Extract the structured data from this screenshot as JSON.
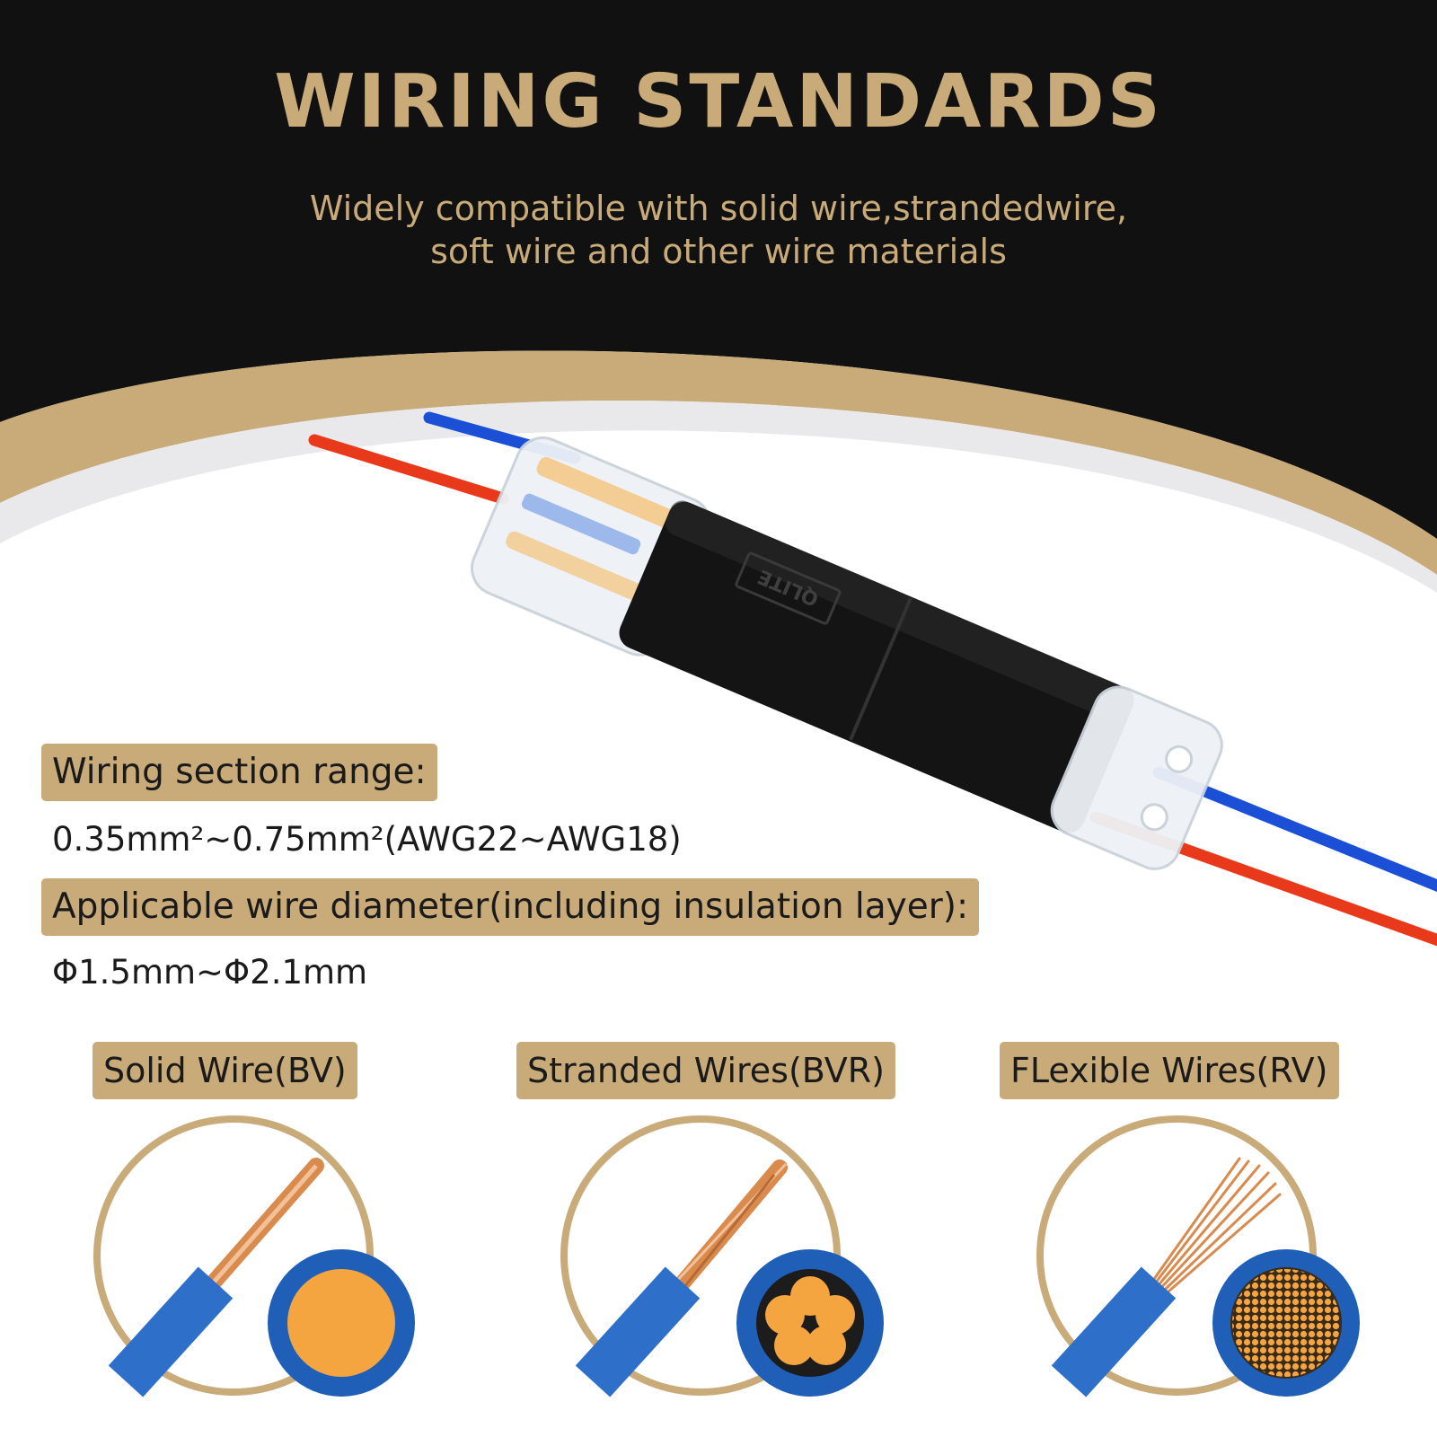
{
  "header": {
    "title": "WIRING STANDARDS",
    "subtitle_line1": "Widely compatible with solid wire,strandedwire,",
    "subtitle_line2": "soft wire and other wire materials"
  },
  "product": {
    "connector_brand_text": "QLITE"
  },
  "specs": {
    "section_label": "Wiring section range:",
    "section_value": "0.35mm²~0.75mm²(AWG22~AWG18)",
    "diameter_label": "Applicable wire diameter(including insulation layer):",
    "diameter_value": "Φ1.5mm~Φ2.1mm"
  },
  "wire_types": [
    {
      "label": "Solid Wire(BV)"
    },
    {
      "label": "Stranded Wires(BVR)"
    },
    {
      "label": "FLexible Wires(RV)"
    }
  ],
  "colors": {
    "header_bg": "#111111",
    "gold": "#c9ab7a",
    "wire_red": "#e8391a",
    "wire_blue": "#1a4fd6",
    "insulation_blue": "#2d6fc9",
    "copper": "#f4a540"
  }
}
